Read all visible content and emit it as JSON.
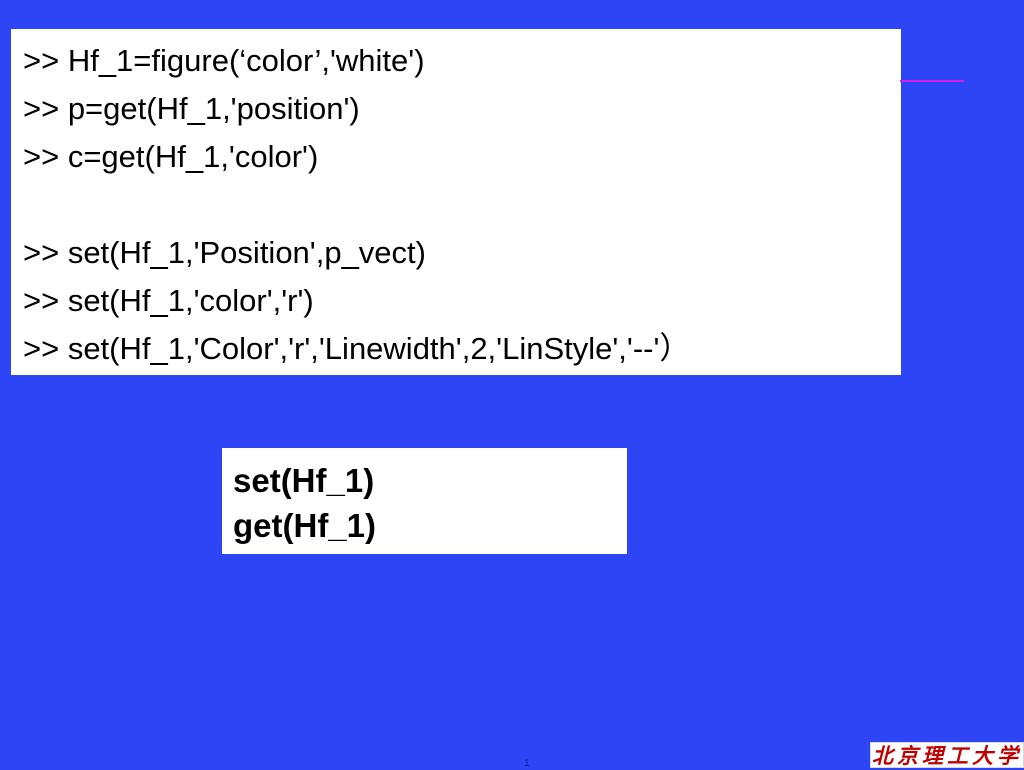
{
  "code_block": {
    "lines": [
      ">> Hf_1=figure(‘color’,'white')",
      ">> p=get(Hf_1,'position')",
      ">> c=get(Hf_1,'color')",
      "",
      ">> set(Hf_1,'Position',p_vect)",
      ">> set(Hf_1,'color','r')",
      ">> set(Hf_1,'Color','r','Linewidth',2,'LinStyle','--'）"
    ]
  },
  "command_box": {
    "lines": [
      "set(Hf_1)",
      "get(Hf_1)"
    ]
  },
  "footer": {
    "page_mark": "1",
    "logo_text": "北京理工大学"
  },
  "colors": {
    "background": "#2e45f6",
    "accent_line": "#d21ee8",
    "logo": "#c00000"
  }
}
